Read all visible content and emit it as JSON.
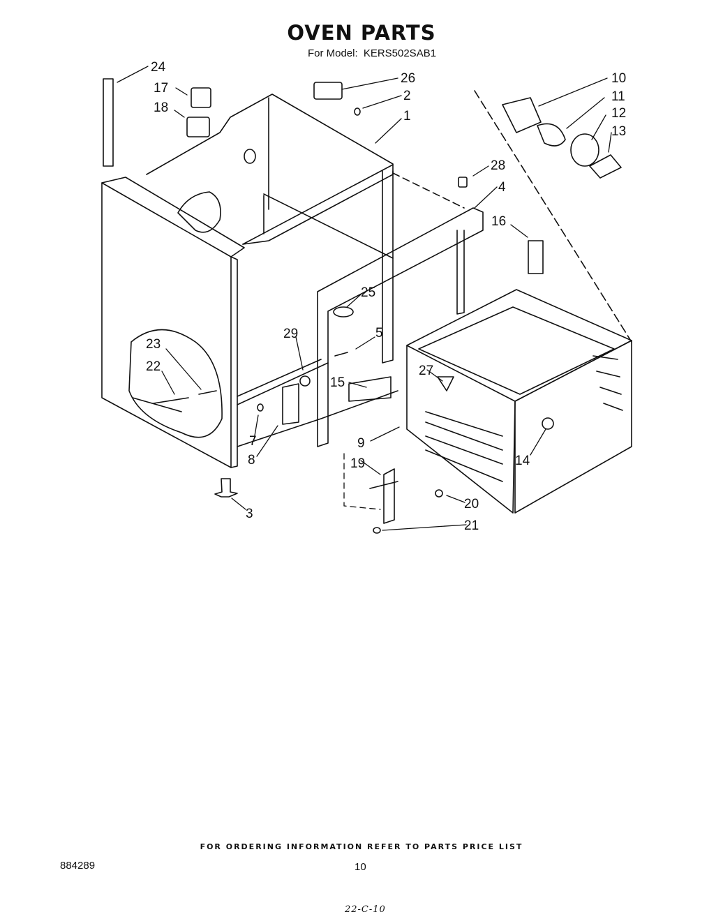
{
  "header": {
    "title": "OVEN PARTS",
    "model_prefix": "For Model:",
    "model_number": "KERS502SAB1"
  },
  "callouts": [
    "24",
    "17",
    "18",
    "26",
    "2",
    "1",
    "10",
    "11",
    "12",
    "13",
    "28",
    "4",
    "16",
    "25",
    "29",
    "5",
    "23",
    "22",
    "15",
    "27",
    "7",
    "8",
    "9",
    "14",
    "19",
    "20",
    "21",
    "3"
  ],
  "footer": {
    "ordering_note": "FOR ORDERING INFORMATION REFER TO PARTS PRICE LIST",
    "document_number": "884289",
    "page_number": "10",
    "handwritten_code": "22-C-10"
  }
}
